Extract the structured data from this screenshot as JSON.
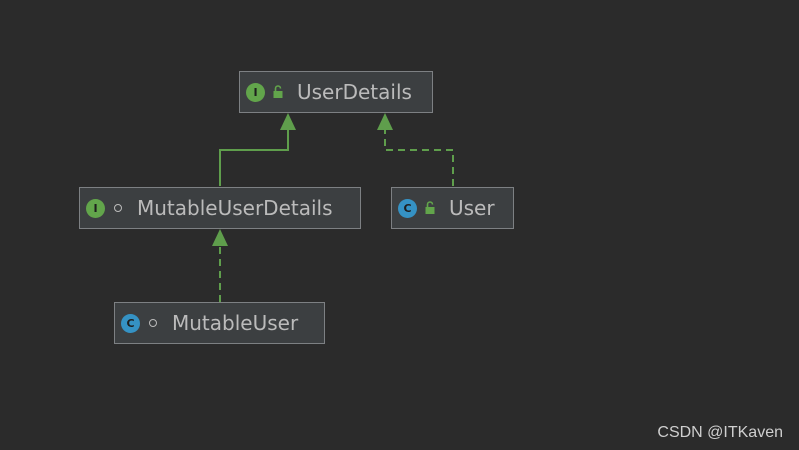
{
  "diagram": {
    "nodes": {
      "user_details": {
        "label": "UserDetails",
        "kind_letter": "I",
        "kind": "interface",
        "visibility": "public"
      },
      "mutable_user_details": {
        "label": "MutableUserDetails",
        "kind_letter": "I",
        "kind": "interface",
        "visibility": "package-private"
      },
      "user": {
        "label": "User",
        "kind_letter": "C",
        "kind": "class",
        "visibility": "public"
      },
      "mutable_user": {
        "label": "MutableUser",
        "kind_letter": "C",
        "kind": "class",
        "visibility": "package-private"
      }
    },
    "edges": [
      {
        "from": "mutable_user_details",
        "to": "user_details",
        "type": "extends",
        "style": "solid"
      },
      {
        "from": "user",
        "to": "user_details",
        "type": "implements",
        "style": "dashed"
      },
      {
        "from": "mutable_user",
        "to": "mutable_user_details",
        "type": "implements",
        "style": "dashed"
      }
    ],
    "colors": {
      "background": "#2b2b2b",
      "node_fill": "#3c3f41",
      "node_border": "#7d8083",
      "text": "#bbbbbb",
      "edge": "#5f9e4c",
      "interface_badge": "#62a54b",
      "class_badge": "#3592c4"
    }
  },
  "watermark": "CSDN @ITKaven"
}
